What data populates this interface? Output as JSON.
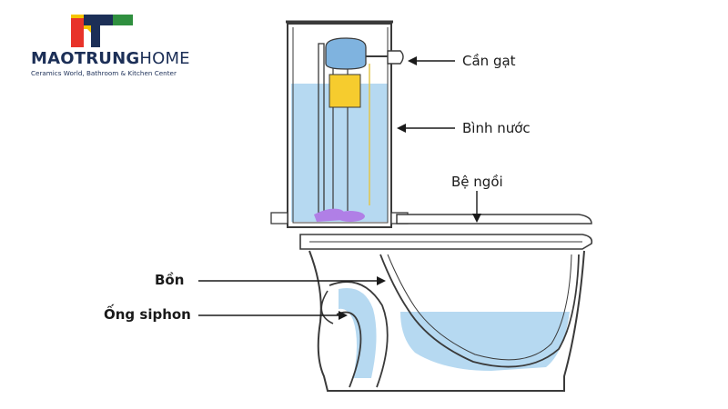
{
  "brand": {
    "name_bold": "MAOTRUNG",
    "name_regular": "HOME",
    "tagline": "Ceramics World, Bathroom & Kitchen Center",
    "colors": {
      "navy": "#1c2f57",
      "red": "#e8332a",
      "yellow": "#f5c400",
      "green": "#2f8f3f"
    }
  },
  "labels": {
    "lever": "Cần gạt",
    "tank": "Bình nước",
    "seat": "Bệ ngồi",
    "bowl": "Bồn",
    "siphon": "Ống siphon"
  },
  "colors": {
    "water": "#b6d9f1",
    "line": "#3a3a3a",
    "float": "#f6cc2e",
    "valve": "#7fb3df",
    "flapper": "#b07fe6"
  }
}
